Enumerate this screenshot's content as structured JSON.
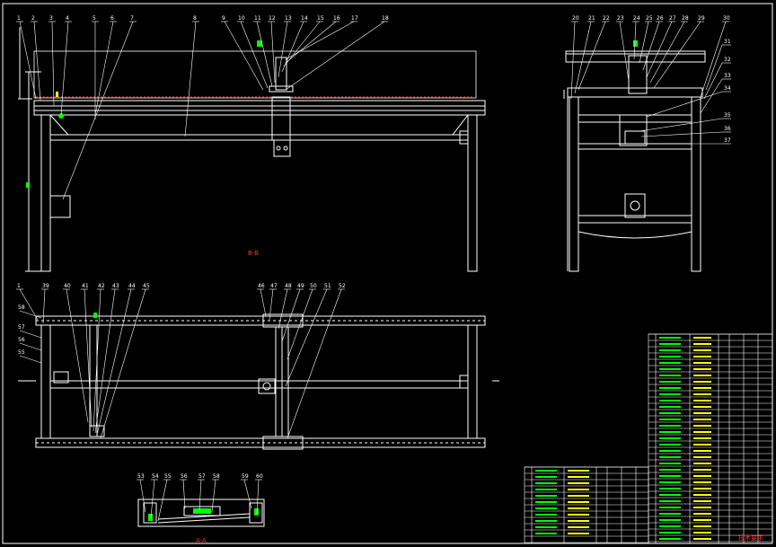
{
  "drawing": {
    "background": "#000000",
    "frame_color": "#ffffff",
    "line_color": "#ffffff",
    "dim_color": "#ffffff",
    "accent_green": "#00ff00",
    "accent_red": "#ff0000",
    "accent_yellow": "#ffff00"
  },
  "views": {
    "section_bb": "B-B",
    "section_aa": "A-A"
  },
  "front_callouts": [
    "1",
    "2",
    "3",
    "4",
    "5",
    "6",
    "7",
    "8",
    "9",
    "10",
    "11",
    "12",
    "13",
    "14",
    "15",
    "16",
    "17",
    "18"
  ],
  "side_callouts": [
    "20",
    "21",
    "22",
    "23",
    "24",
    "25",
    "26",
    "27",
    "28",
    "29",
    "30"
  ],
  "side_right_callouts": [
    "31",
    "32",
    "33",
    "34",
    "35",
    "36",
    "37"
  ],
  "top_callouts_left": [
    "1",
    "39",
    "40",
    "41",
    "42",
    "43",
    "44",
    "45"
  ],
  "top_callouts_mid": [
    "46",
    "47",
    "48",
    "49",
    "50",
    "51",
    "52"
  ],
  "top_left_side": [
    "58",
    "57",
    "56",
    "55"
  ],
  "aa_callouts": [
    "53",
    "54",
    "55",
    "56",
    "57",
    "58",
    "59",
    "60"
  ],
  "bom": {
    "title_block": "技术要求"
  }
}
